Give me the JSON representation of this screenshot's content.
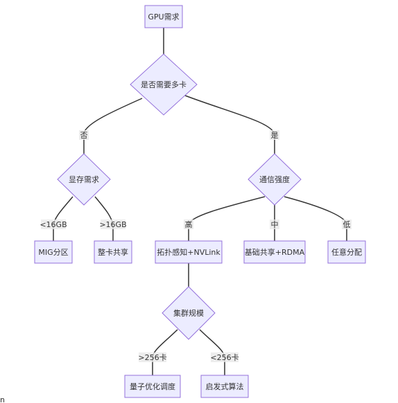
{
  "diagram": {
    "type": "flowchart",
    "colors": {
      "node_fill": "#ECECFF",
      "node_stroke": "#9370DB",
      "edge": "#333333",
      "text": "#333333"
    },
    "nodes": {
      "gpu": "GPU需求",
      "multi": "是否需要多卡",
      "mem": "显存需求",
      "comm": "通信强度",
      "mig": "MIG分区",
      "whole": "整卡共享",
      "topo": "拓扑感知+NVLink",
      "rdma": "基础共享+RDMA",
      "any": "任意分配",
      "cluster": "集群规模",
      "quantum": "量子优化调度",
      "heuristic": "启发式算法"
    },
    "edges": {
      "no": "否",
      "yes": "是",
      "lt16": "<16GB",
      "gt16": ">16GB",
      "high": "高",
      "mid": "中",
      "low": "低",
      "gt256": ">256卡",
      "lt256": "<256卡"
    },
    "stray_text": "n"
  }
}
